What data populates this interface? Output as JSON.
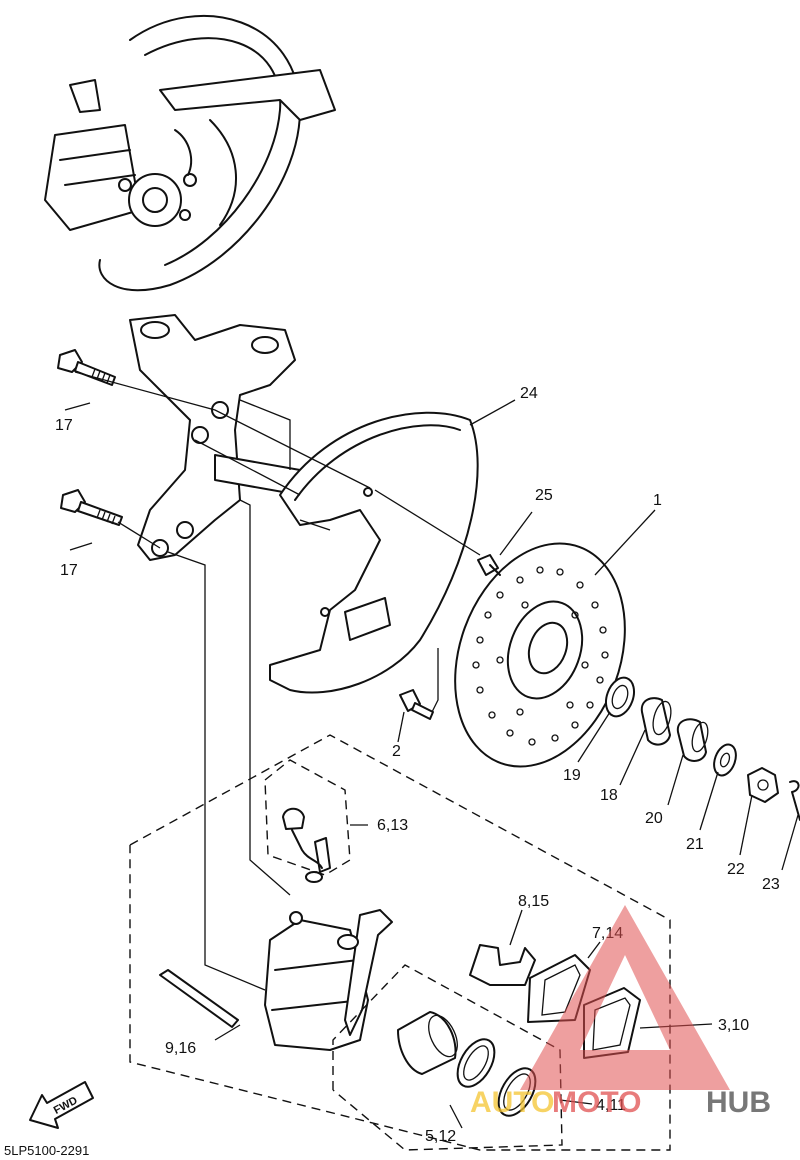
{
  "callouts": [
    {
      "id": "c24",
      "text": "24"
    },
    {
      "id": "c25",
      "text": "25"
    },
    {
      "id": "c1",
      "text": "1"
    },
    {
      "id": "c17a",
      "text": "17"
    },
    {
      "id": "c17b",
      "text": "17"
    },
    {
      "id": "c2",
      "text": "2"
    },
    {
      "id": "c19",
      "text": "19"
    },
    {
      "id": "c18",
      "text": "18"
    },
    {
      "id": "c20",
      "text": "20"
    },
    {
      "id": "c21",
      "text": "21"
    },
    {
      "id": "c22",
      "text": "22"
    },
    {
      "id": "c23",
      "text": "23"
    },
    {
      "id": "c613",
      "text": "6,13"
    },
    {
      "id": "c815",
      "text": "8,15"
    },
    {
      "id": "c714",
      "text": "7,14"
    },
    {
      "id": "c310",
      "text": "3,10"
    },
    {
      "id": "c916",
      "text": "9,16"
    },
    {
      "id": "c411",
      "text": "4,11"
    },
    {
      "id": "c512",
      "text": "5,12"
    }
  ],
  "fwd_label": "FWD",
  "diagram_code": "5LP5100-2291",
  "watermark": {
    "part1": "AUTO",
    "part2": "MOTO",
    "part3": "HUB",
    "colors": {
      "auto": "#f4c430",
      "moto": "#e05050",
      "hub": "#555555",
      "triangle": "#e05050"
    }
  }
}
